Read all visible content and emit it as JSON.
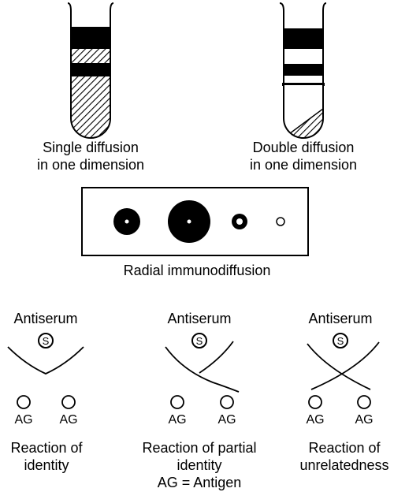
{
  "tubes": {
    "single": {
      "line1": "Single diffusion",
      "line2": "in one dimension"
    },
    "double": {
      "line1": "Double diffusion",
      "line2": "in one dimension"
    }
  },
  "radial": {
    "caption": "Radial immunodiffusion"
  },
  "ouchterlony": {
    "antiserum_label": "Antiserum",
    "well_label": "S",
    "antigen_label": "AG",
    "identity": {
      "line1": "Reaction of",
      "line2": "identity"
    },
    "partial": {
      "line1": "Reaction of partial",
      "line2": "identity"
    },
    "unrelated": {
      "line1": "Reaction of",
      "line2": "unrelatedness"
    },
    "legend": "AG = Antigen"
  },
  "colors": {
    "ink": "#000000",
    "background": "#ffffff"
  }
}
